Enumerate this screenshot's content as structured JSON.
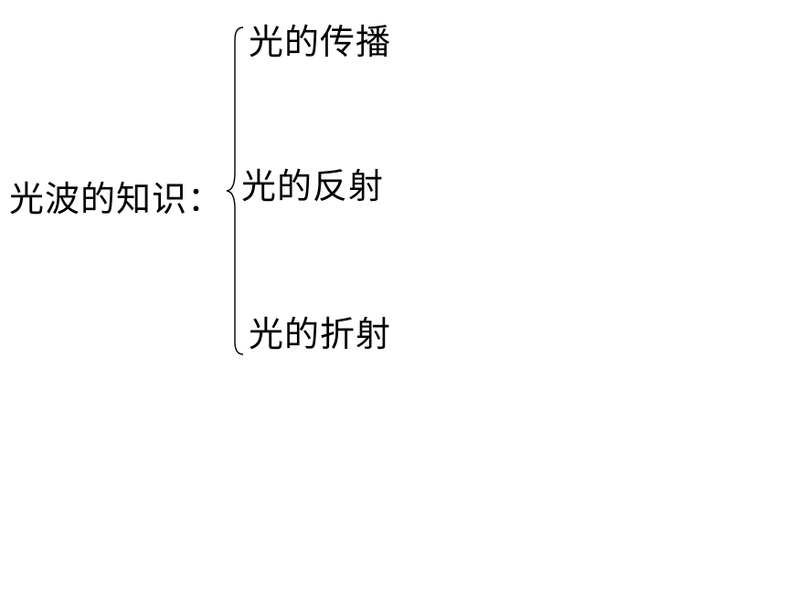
{
  "diagram": {
    "root": "光波的知识：",
    "branches": [
      "光的传播",
      "光的反射",
      "光的折射"
    ]
  }
}
